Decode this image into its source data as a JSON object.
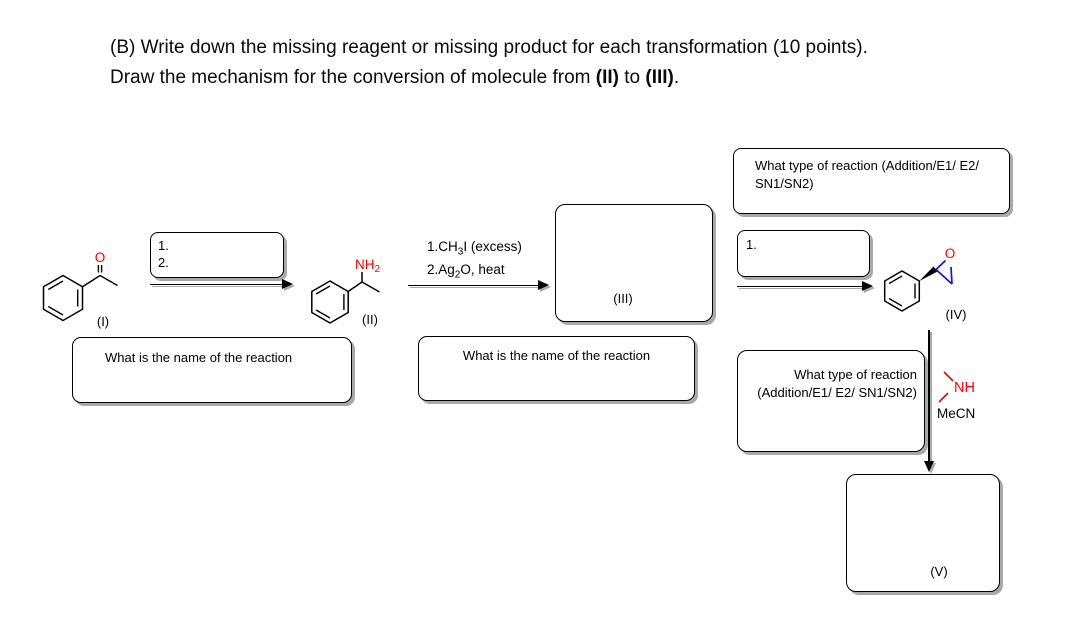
{
  "header": {
    "line1": "(B) Write down the missing reagent or missing product for each transformation (10 points).",
    "line2": {
      "prefix": "Draw the mechanism for the conversion of molecule from ",
      "bold1": "(II)",
      "mid": " to ",
      "bold2": "(III)",
      "suffix": "."
    }
  },
  "molecules": {
    "mol1": {
      "label": "(I)",
      "oxygen": "O"
    },
    "mol2": {
      "label": "(II)",
      "amine_main": "NH",
      "amine_sub": "2"
    },
    "mol3": {
      "label": "(III)"
    },
    "mol4": {
      "label": "(IV)",
      "oxygen": "O"
    },
    "mol5": {
      "label": "(V)"
    }
  },
  "boxes": {
    "step1": {
      "line1": "1.",
      "line2": "2."
    },
    "step3": {
      "line1": "1."
    },
    "name1": "What is the name of the reaction",
    "name2": "What is the name of the reaction",
    "type_top": {
      "line1": "What type of reaction (Addition/E1/ E2/",
      "line2": "SN1/SN2)"
    },
    "type_bottom": {
      "line1": "What type of reaction",
      "line2": "(Addition/E1/ E2/ SN1/SN2)"
    }
  },
  "reagents": {
    "step2": {
      "l1p1": "1.CH",
      "l1sub": "3",
      "l1p2": "I (excess)",
      "l2p1": "2.Ag",
      "l2sub": "2",
      "l2p2": "O, heat"
    },
    "step4": {
      "amine": "NH",
      "solvent": "MeCN"
    }
  },
  "colors": {
    "accent_red": "#ff0000",
    "accent_blue": "#1414cc",
    "ink": "#000000",
    "shadow": "#a9a9a9"
  }
}
